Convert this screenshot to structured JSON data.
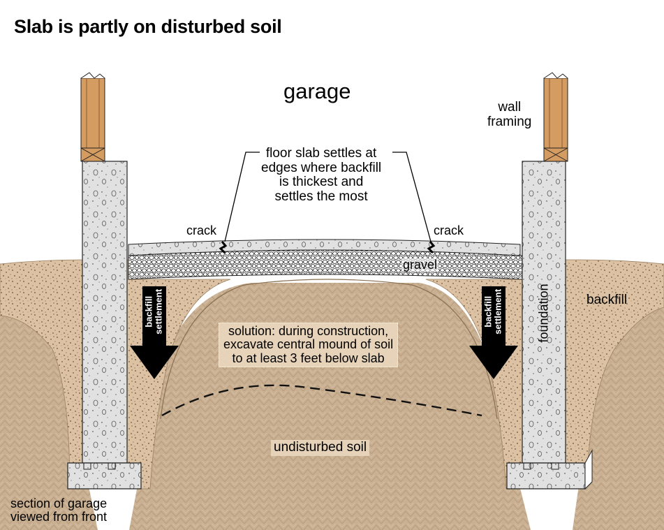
{
  "title": "Slab is partly on disturbed soil",
  "labels": {
    "garage": "garage",
    "wall_framing": [
      "wall",
      "framing"
    ],
    "slab_note": [
      "floor slab settles at",
      "edges where backfill",
      "is thickest and",
      "settles the most"
    ],
    "crack_left": "crack",
    "crack_right": "crack",
    "gravel": "gravel",
    "backfill": "backfill",
    "foundation": "foundation",
    "backfill_settlement": [
      "backfill",
      "settlement"
    ],
    "solution": [
      "solution: during construction,",
      "excavate central mound of soil",
      "to at least 3 feet below slab"
    ],
    "undisturbed_soil": "undisturbed soil",
    "section_note": [
      "section of garage",
      "viewed from front"
    ]
  },
  "colors": {
    "backfill": "#dcc2a2",
    "undisturbed_soil": "#c9b093",
    "concrete": "#e0e0e0",
    "framing_wood": "#d59c62",
    "arrow": "#000000"
  }
}
